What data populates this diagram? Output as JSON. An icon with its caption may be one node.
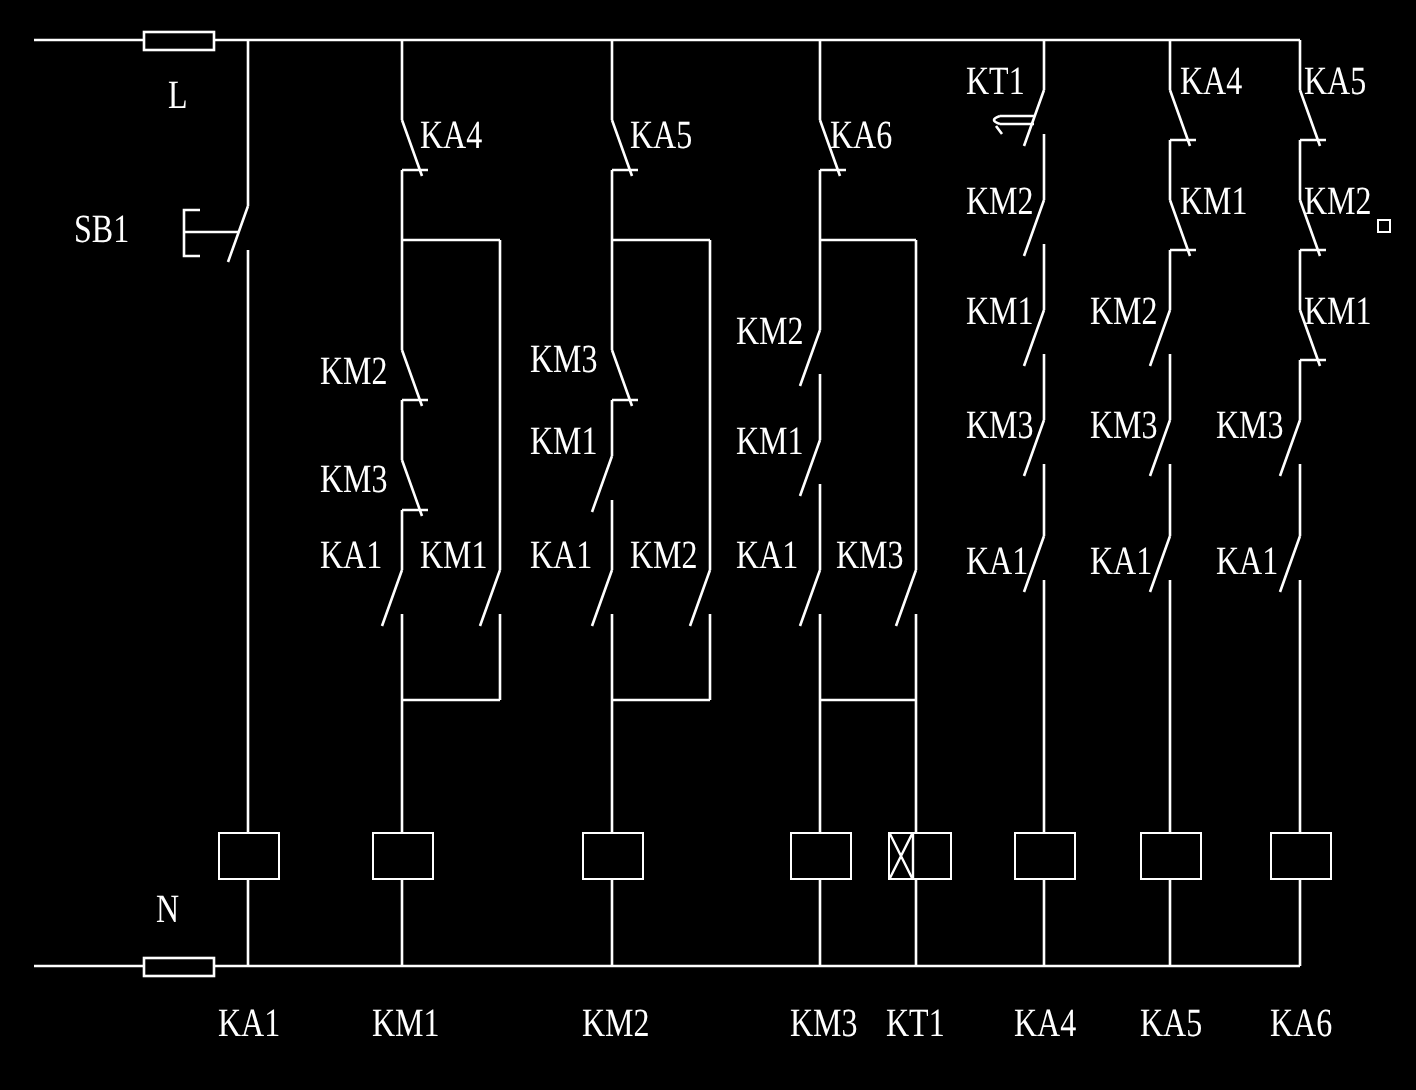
{
  "diagram": {
    "nodes": [
      {
        "text": [],
        "shape": "box",
        "beside": [
          "KA1"
        ]
      },
      {
        "text": [],
        "shape": "box",
        "beside": [
          "KM1"
        ]
      },
      {
        "text": [],
        "shape": "box",
        "beside": [
          "KM2"
        ]
      },
      {
        "text": [],
        "shape": "box",
        "beside": [
          "KM3"
        ]
      },
      {
        "text": [],
        "shape": "box",
        "beside": [
          "KT1"
        ]
      },
      {
        "text": [],
        "shape": "box",
        "beside": [
          "KA4"
        ]
      },
      {
        "text": [],
        "shape": "box",
        "beside": [
          "KA5"
        ]
      },
      {
        "text": [],
        "shape": "box",
        "beside": [
          "KA6"
        ]
      }
    ],
    "labels": [
      "L",
      "KT1",
      "KA4",
      "KA5",
      "KA4",
      "KA5",
      "KA6",
      "KM2",
      "KM1",
      "KM2",
      "SB1",
      "KM1",
      "KM2",
      "KM1",
      "KM2",
      "KM3",
      "KM2",
      "KM3",
      "KM3",
      "KM3",
      "KM1",
      "KM1",
      "KM3",
      "KA1",
      "KM1",
      "KA1",
      "KM2",
      "KA1",
      "KM3",
      "KA1",
      "KA1",
      "KA1",
      "N"
    ]
  }
}
